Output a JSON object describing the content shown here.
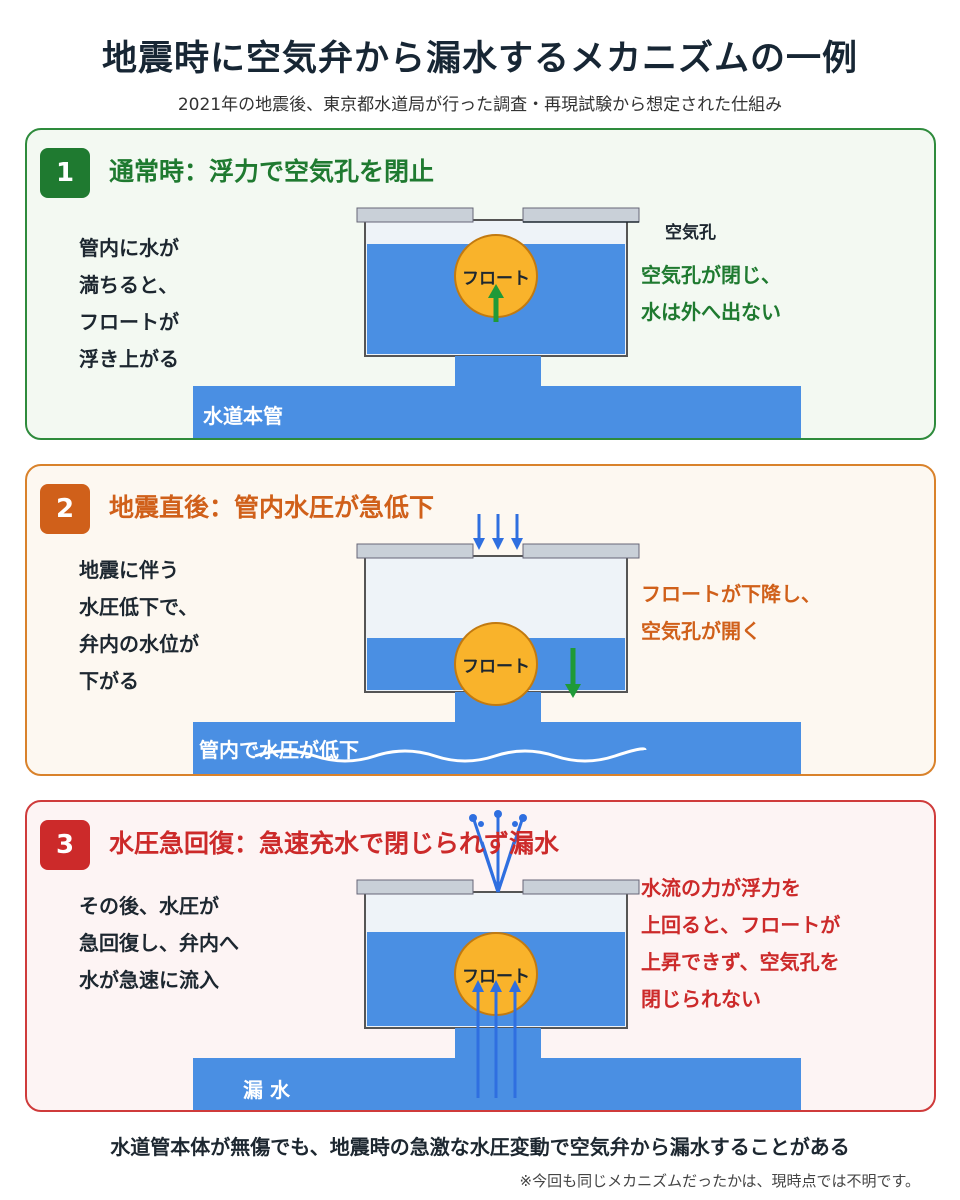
{
  "title": "地震時に空気弁から漏水するメカニズムの一例",
  "subtitle": "2021年の地震後、東京都水道局が行った調査・再現試験から想定された仕組み",
  "colors": {
    "green": "#1f7a30",
    "orange": "#d0601a",
    "red": "#cc2a2a",
    "water": "#4a8fe3",
    "float": "#f9b32b",
    "arrow_green": "#1f9a38",
    "arrow_blue": "#2f6fe0"
  },
  "panels": [
    {
      "number": "1",
      "heading": "通常時：浮力で空気孔を閉止",
      "left_text": "管内に水が\n満ちると、\nフロートが\n浮き上がる",
      "right_text": "空気孔が閉じ、\n水は外へ出ない",
      "air_hole_label": "空気孔",
      "float_label": "フロート",
      "pipe_label": "水道本管"
    },
    {
      "number": "2",
      "heading": "地震直後：管内水圧が急低下",
      "left_text": "地震に伴う\n水圧低下で、\n弁内の水位が\n下がる",
      "right_text": "フロートが下降し、\n空気孔が開く",
      "float_label": "フロート",
      "pipe_label": "管内で水圧が低下"
    },
    {
      "number": "3",
      "heading": "水圧急回復：急速充水で閉じられず漏水",
      "left_text": "その後、水圧が\n急回復し、弁内へ\n水が急速に流入",
      "right_text": "水流の力が浮力を\n上回ると、フロートが\n上昇できず、空気孔を\n閉じられない",
      "float_label": "フロート",
      "pipe_label": "漏 水"
    }
  ],
  "footer": "水道管本体が無傷でも、地震時の急激な水圧変動で空気弁から漏水することがある",
  "note": "※今回も同じメカニズムだったかは、現時点では不明です。"
}
